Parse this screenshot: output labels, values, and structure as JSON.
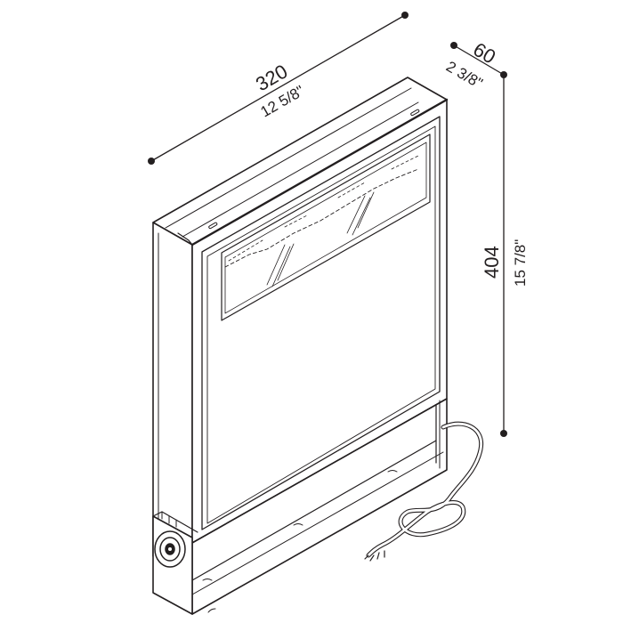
{
  "dimensions": {
    "width": {
      "mm": "320",
      "inch": "12 5/8\""
    },
    "depth": {
      "mm": "60",
      "inch": "2 3/8\""
    },
    "height": {
      "mm": "404",
      "inch": "15 7/8\""
    }
  },
  "colors": {
    "line": "#231f20",
    "background": "#ffffff"
  },
  "icons": {
    "connector": "round-cable-gland-icon",
    "cable": "power-cable-icon"
  }
}
